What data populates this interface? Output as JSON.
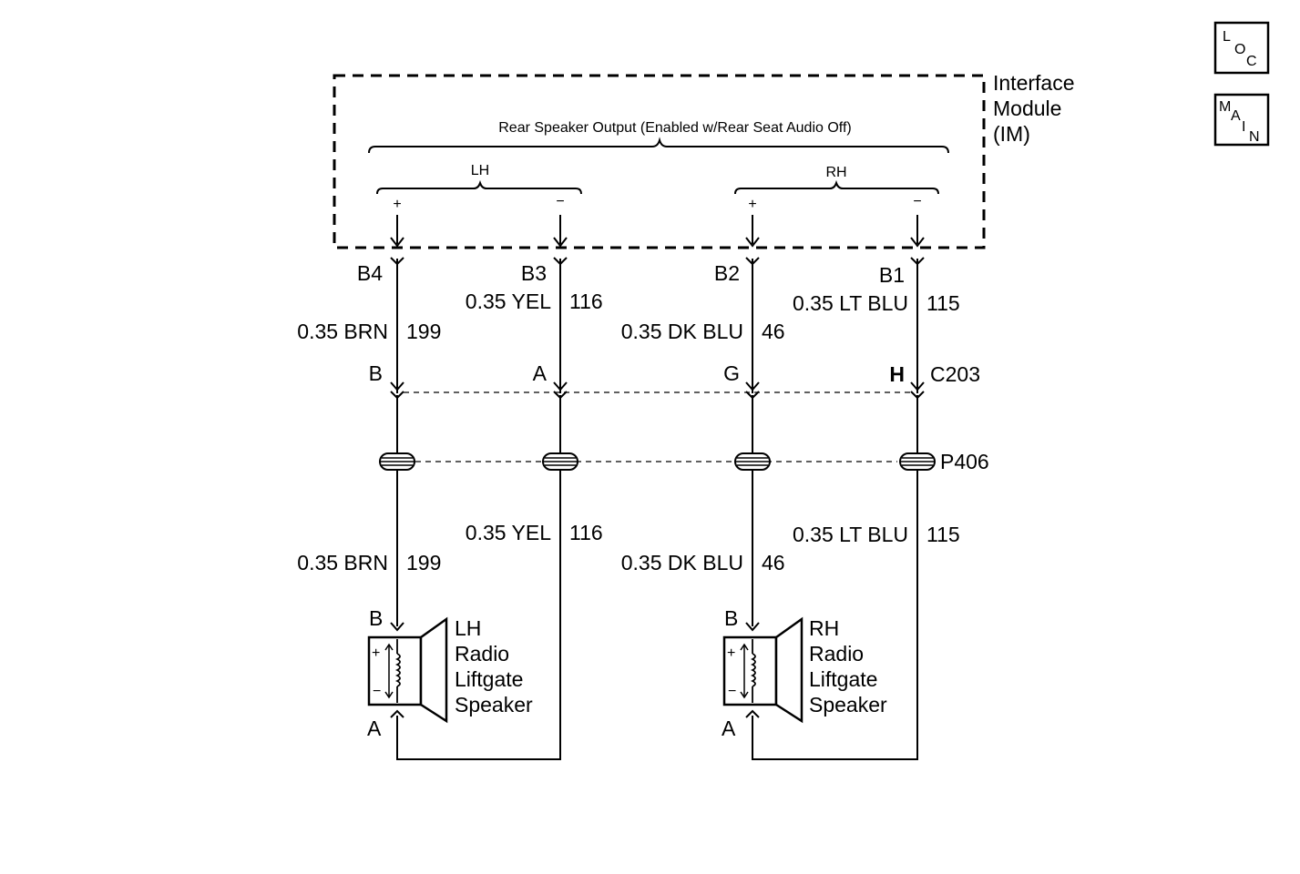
{
  "module": {
    "name_lines": [
      "Interface",
      "Module",
      "(IM)"
    ],
    "output_label": "Rear Speaker Output (Enabled w/Rear Seat Audio Off)",
    "lh_label": "LH",
    "rh_label": "RH",
    "plus": "+",
    "minus": "−"
  },
  "nav": {
    "loc": [
      "L",
      "O",
      "C"
    ],
    "main": [
      "M",
      "A",
      "I",
      "N"
    ]
  },
  "wires": [
    {
      "pin": "B4",
      "color": "0.35 BRN",
      "circuit": "199",
      "c203": "B"
    },
    {
      "pin": "B3",
      "color": "0.35 YEL",
      "circuit": "116",
      "c203": "A"
    },
    {
      "pin": "B2",
      "color": "0.35 DK BLU",
      "circuit": "46",
      "c203": "G"
    },
    {
      "pin": "B1",
      "color": "0.35 LT BLU",
      "circuit": "115",
      "c203": "H"
    }
  ],
  "connectors": {
    "c203": "C203",
    "p406": "P406"
  },
  "speakers": {
    "lh": {
      "name_lines": [
        "LH",
        "Radio",
        "Liftgate",
        "Speaker"
      ],
      "pin_top": "B",
      "pin_bottom": "A"
    },
    "rh": {
      "name_lines": [
        "RH",
        "Radio",
        "Liftgate",
        "Speaker"
      ],
      "pin_top": "B",
      "pin_bottom": "A"
    }
  }
}
